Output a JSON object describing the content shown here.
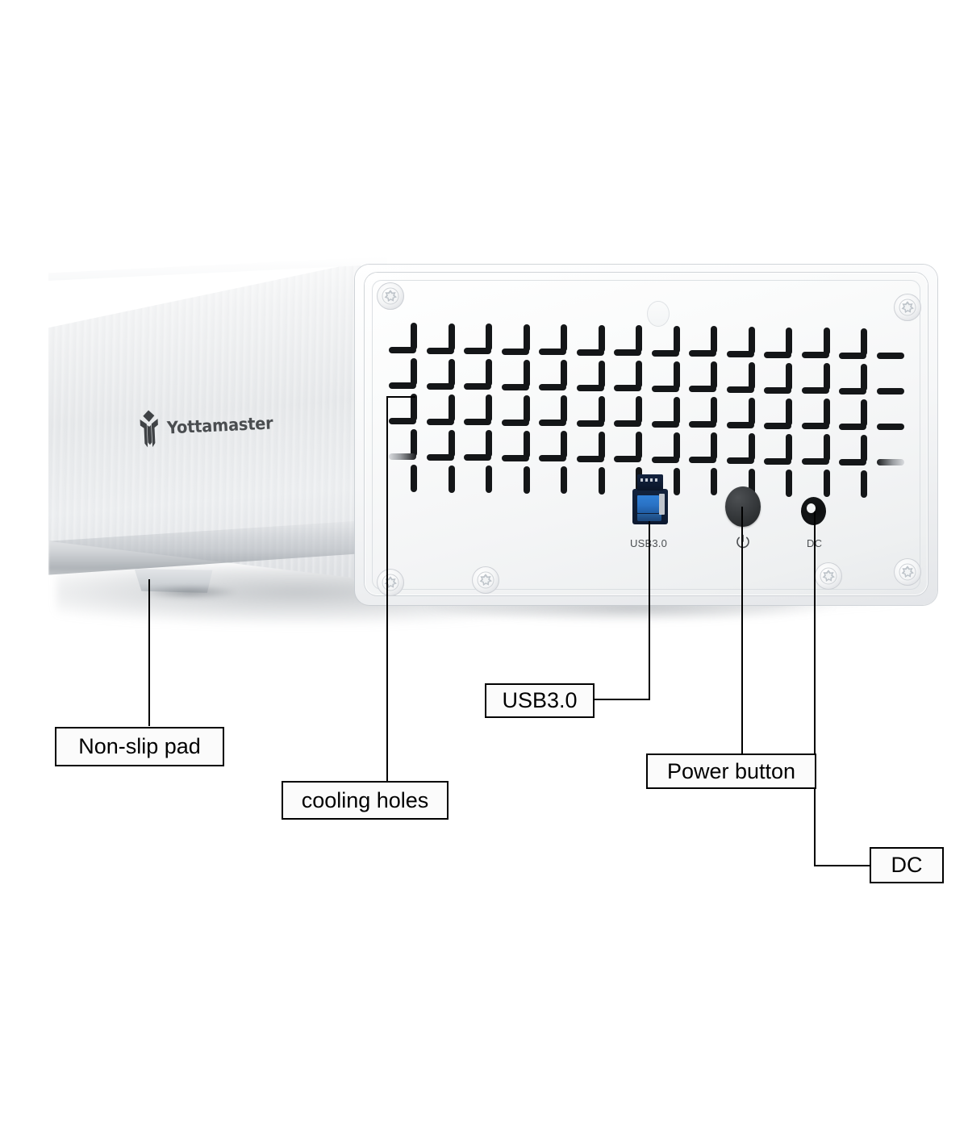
{
  "product": {
    "brand": "Yottamaster",
    "brand_mark": "shield-arrow-logo",
    "body_color": "#eceef0",
    "front_panel_color": "#f6f7f8"
  },
  "ports": [
    {
      "id": "usb",
      "printed_label": "USB3.0",
      "icon": "usb-b-3-port-icon",
      "accent_color": "#2a72c4"
    },
    {
      "id": "power",
      "printed_label": "⏻",
      "icon": "power-button-icon",
      "accent_color": "#2c2f31"
    },
    {
      "id": "dc",
      "printed_label": "DC",
      "icon": "dc-jack-icon",
      "accent_color": "#0c0d0e"
    }
  ],
  "callouts": [
    {
      "id": "non-slip-pad",
      "label": "Non-slip pad"
    },
    {
      "id": "cooling-holes",
      "label": "cooling holes"
    },
    {
      "id": "usb3",
      "label": "USB3.0"
    },
    {
      "id": "power-button",
      "label": "Power button"
    },
    {
      "id": "dc",
      "label": "DC"
    }
  ],
  "vent_grid": {
    "vertical_columns": 13,
    "vertical_rows": 5,
    "horizontal_rows": 4,
    "slot_color": "#141618"
  },
  "screws": {
    "count": 6,
    "style": "torx-recessed"
  }
}
